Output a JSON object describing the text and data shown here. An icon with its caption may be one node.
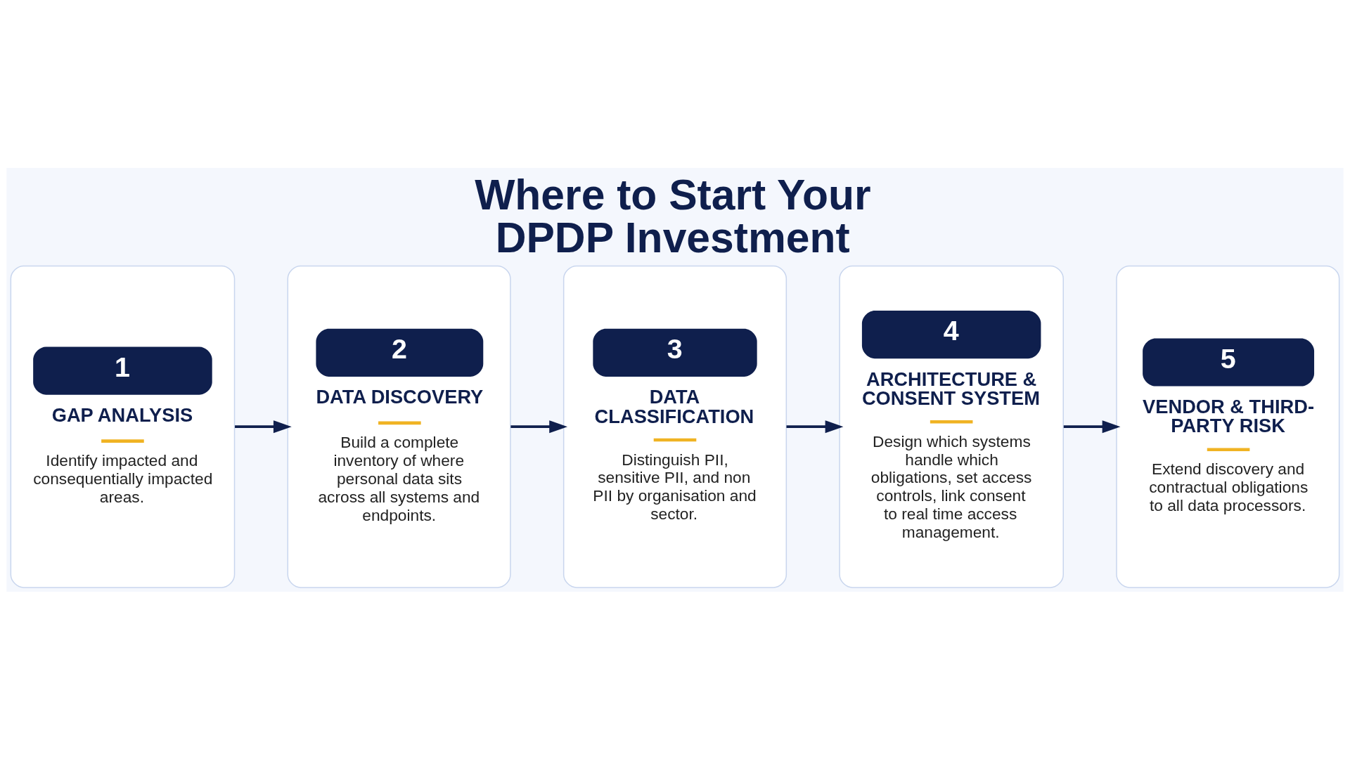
{
  "diagram": {
    "title": "Where to Start Your DPDP Investment",
    "nodes": [
      {
        "text": [
          "1",
          "GAP ANALYSIS",
          "Identify impacted and consequentially impacted areas."
        ]
      },
      {
        "text": [
          "2",
          "DATA DISCOVERY",
          "Build a complete inventory of where personal data sits across all systems and endpoints."
        ]
      },
      {
        "text": [
          "3",
          "DATA CLASSIFICATION",
          "Distinguish PII, sensitive PII, and non PII by organisation and sector."
        ]
      },
      {
        "text": [
          "4",
          "ARCHITECTURE & CONSENT SYSTEM",
          "Design which systems handle which obligations, set access controls, link consent to real time access management."
        ]
      },
      {
        "text": [
          "5",
          "VENDOR & THIRD-PARTY RISK",
          "Extend discovery and contractual obligations to all data processors."
        ]
      }
    ],
    "edges": [
      {
        "from": 0,
        "to": 1,
        "arrow": "to"
      },
      {
        "from": 1,
        "to": 2,
        "arrow": "to"
      },
      {
        "from": 2,
        "to": 3,
        "arrow": "to"
      },
      {
        "from": 3,
        "to": 4,
        "arrow": "to"
      }
    ]
  }
}
